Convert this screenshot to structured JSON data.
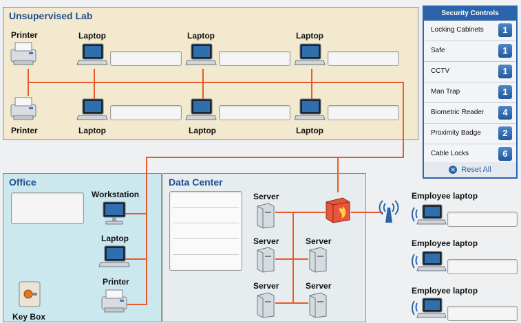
{
  "zones": {
    "lab": "Unsupervised Lab",
    "office": "Office",
    "datacenter": "Data Center"
  },
  "labels": {
    "printer_top": "Printer",
    "printer_bottom": "Printer",
    "laptop1": "Laptop",
    "laptop2": "Laptop",
    "laptop3": "Laptop",
    "laptop4": "Laptop",
    "laptop5": "Laptop",
    "laptop6": "Laptop",
    "workstation": "Workstation",
    "office_laptop": "Laptop",
    "office_printer": "Printer",
    "keybox": "Key Box",
    "server1": "Server",
    "server2": "Server",
    "server3": "Server",
    "server4": "Server",
    "server5": "Server",
    "emp1": "Employee laptop",
    "emp2": "Employee laptop",
    "emp3": "Employee laptop"
  },
  "security_controls": {
    "title": "Security Controls",
    "items": [
      {
        "name": "Locking Cabinets",
        "count": "1"
      },
      {
        "name": "Safe",
        "count": "1"
      },
      {
        "name": "CCTV",
        "count": "1"
      },
      {
        "name": "Man Trap",
        "count": "1"
      },
      {
        "name": "Biometric Reader",
        "count": "4"
      },
      {
        "name": "Proximity Badge",
        "count": "2"
      },
      {
        "name": "Cable Locks",
        "count": "6"
      }
    ],
    "reset_label": "Reset All"
  },
  "colors": {
    "lab_bg": "#f3e9cf",
    "office_bg": "#cbe8ee",
    "datacenter_bg": "#e7ecef",
    "cable": "#e85a2a",
    "accent": "#2d63a9"
  },
  "icons": {
    "firewall": "firewall-icon",
    "wireless": "wireless-antenna-icon"
  }
}
